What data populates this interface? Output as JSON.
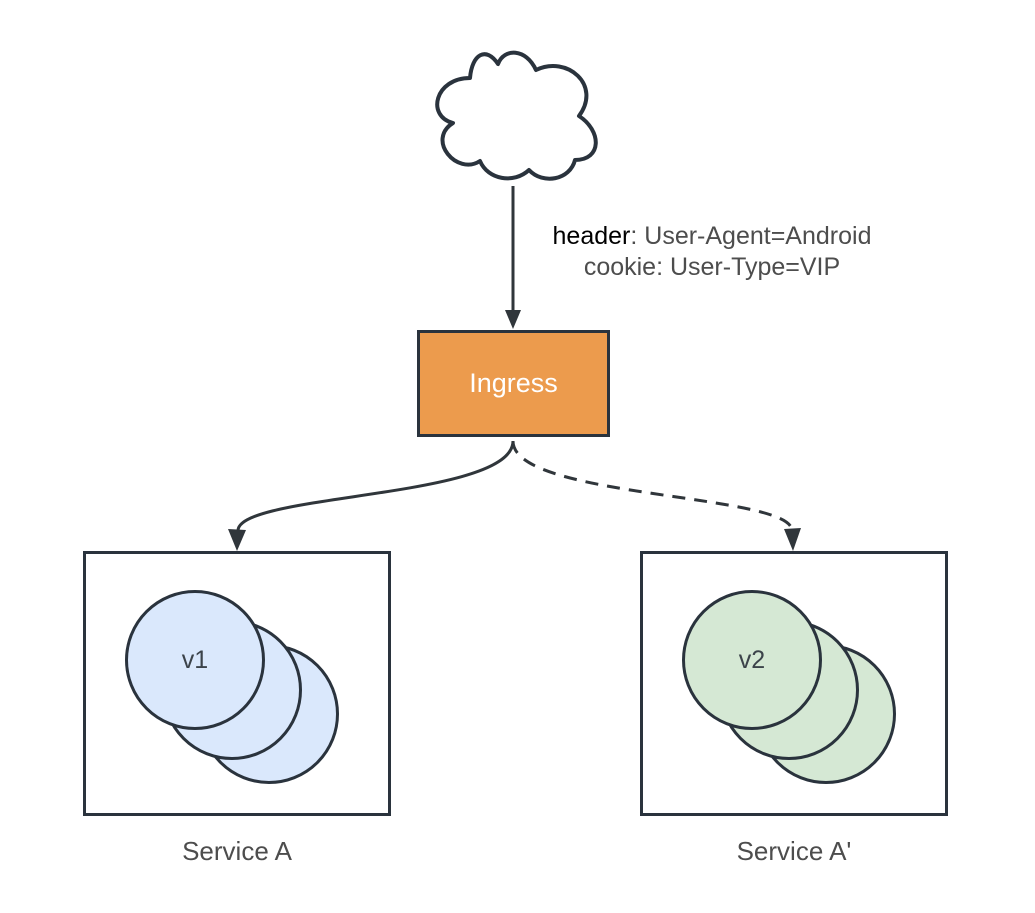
{
  "diagram": {
    "title_hint": "ingress traffic routing diagram",
    "cloud": {
      "name": "internet-cloud"
    },
    "request_annotation": {
      "keyword": "header",
      "rest": ": User-Agent=Android",
      "line2": "cookie: User-Type=VIP"
    },
    "ingress": {
      "label": "Ingress"
    },
    "services": [
      {
        "label": "Service A",
        "pod_version": "v1",
        "pod_count": 3
      },
      {
        "label": "Service A'",
        "pod_version": "v2",
        "pod_count": 3
      }
    ],
    "edges": [
      {
        "from": "cloud",
        "to": "ingress",
        "style": "solid",
        "direction": "down"
      },
      {
        "from": "ingress",
        "to": "service-a",
        "style": "solid",
        "direction": "down-left"
      },
      {
        "from": "ingress",
        "to": "service-a-prime",
        "style": "dashed",
        "direction": "down-right"
      }
    ],
    "colors": {
      "accent-orange": "#EC9B4D",
      "pod-blue": "#DAE8FC",
      "pod-green": "#D5E8D4",
      "stroke-dark": "#2A333D",
      "edge-color": "#30363B",
      "label-gray": "#4D4D4D",
      "pod-text": "#3C434A"
    }
  }
}
